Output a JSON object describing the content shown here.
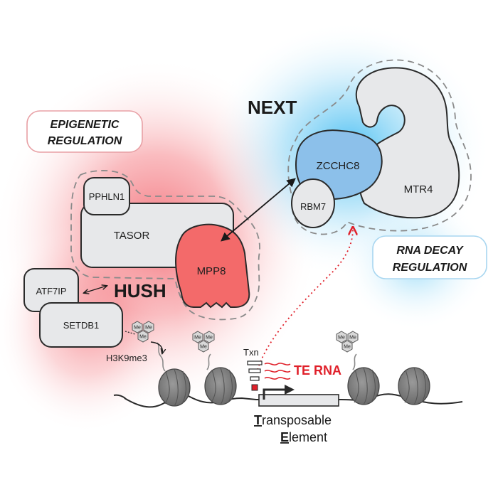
{
  "complexes": {
    "hush": "HUSH",
    "next": "NEXT"
  },
  "callouts": {
    "epigenetic_line1": "EPIGENETIC",
    "epigenetic_line2": "REGULATION",
    "rna_decay_line1": "RNA DECAY",
    "rna_decay_line2": "REGULATION"
  },
  "proteins": {
    "pphln1": "PPHLN1",
    "tasor": "TASOR",
    "mpp8": "MPP8",
    "atf7ip": "ATF7IP",
    "setdb1": "SETDB1",
    "zcchc8": "ZCCHC8",
    "rbm7": "RBM7",
    "mtr4": "MTR4"
  },
  "marks": {
    "me": "Me",
    "h3k9me3": "H3K9me3"
  },
  "transcription": {
    "txn": "Txn",
    "te_rna": "TE RNA"
  },
  "element": {
    "t_initial": "T",
    "t_rest": "ransposable",
    "e_initial": "E",
    "e_rest": "lement"
  },
  "colors": {
    "hush_glow": "#f04a55",
    "next_glow": "#1fb0f0",
    "mpp8_fill": "#f36a6a",
    "zcchc8_fill": "#8cc0ea",
    "protein_fill": "#e7e8ea",
    "te_rna_red": "#e0202a"
  }
}
